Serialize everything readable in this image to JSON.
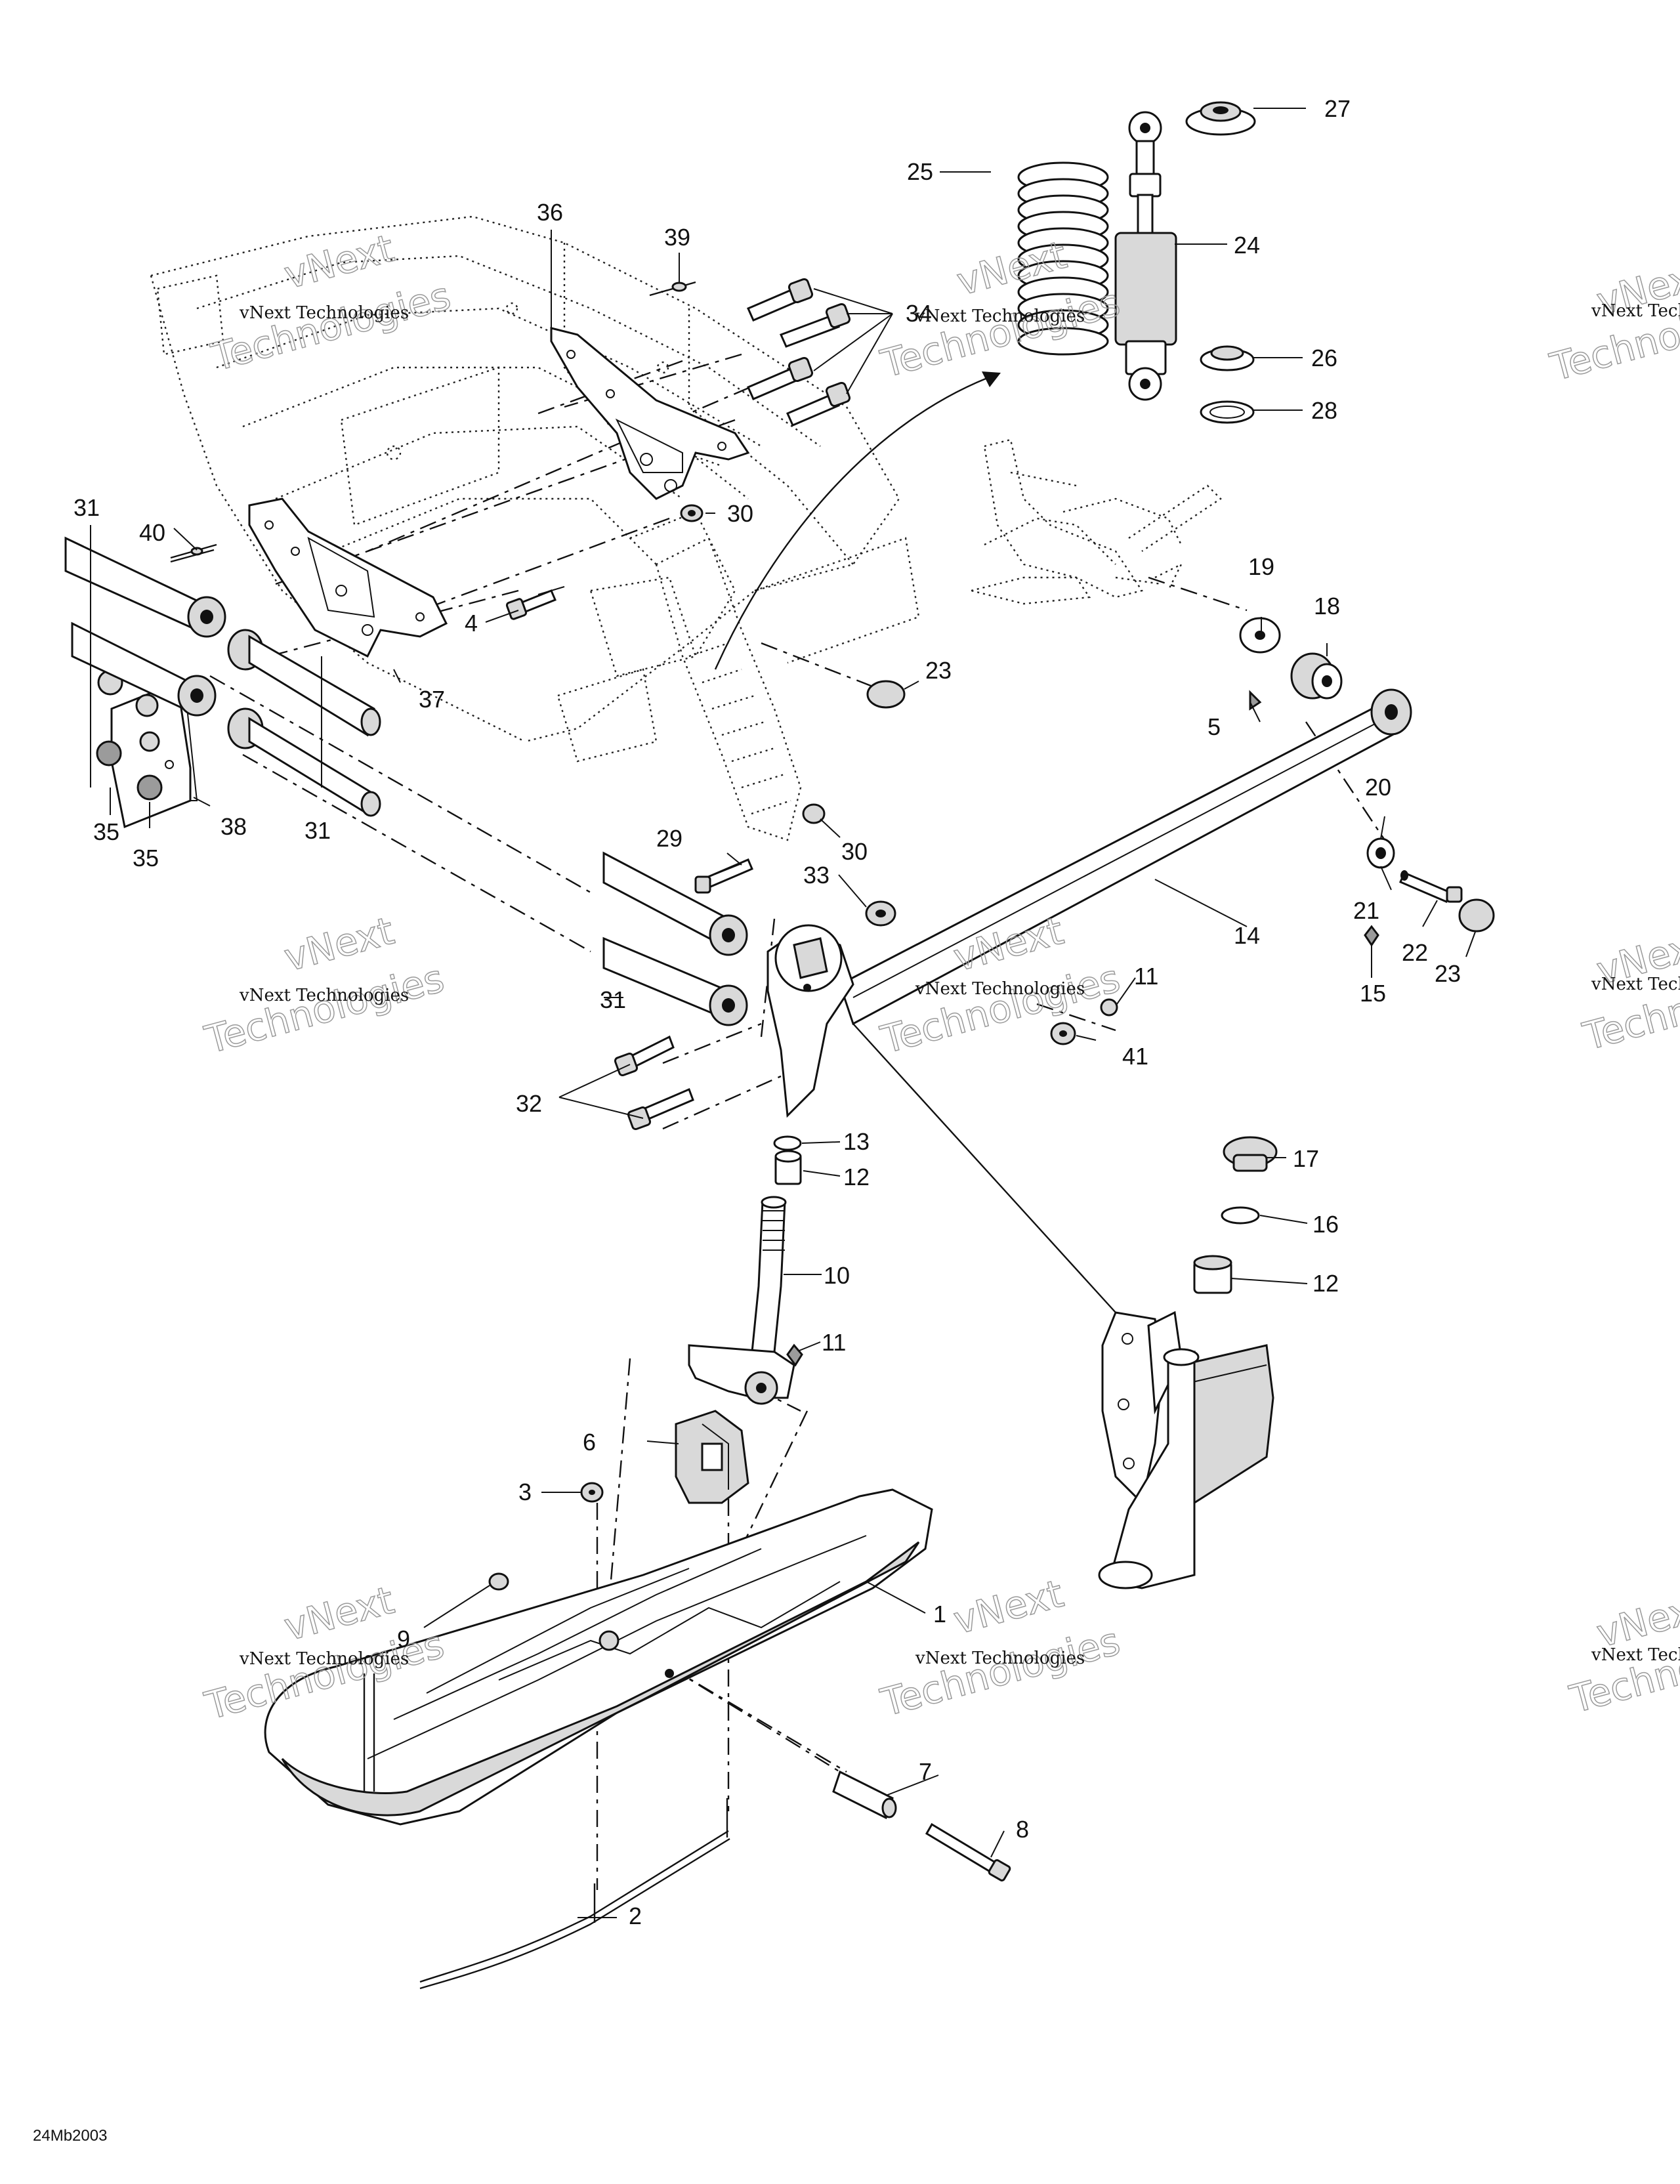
{
  "callouts": [
    {
      "id": "c1",
      "label": "1"
    },
    {
      "id": "c2",
      "label": "2"
    },
    {
      "id": "c3",
      "label": "3"
    },
    {
      "id": "c4",
      "label": "4"
    },
    {
      "id": "c5",
      "label": "5"
    },
    {
      "id": "c6",
      "label": "6"
    },
    {
      "id": "c7",
      "label": "7"
    },
    {
      "id": "c8",
      "label": "8"
    },
    {
      "id": "c9",
      "label": "9"
    },
    {
      "id": "c10",
      "label": "10"
    },
    {
      "id": "c11a",
      "label": "11"
    },
    {
      "id": "c11b",
      "label": "11"
    },
    {
      "id": "c12a",
      "label": "12"
    },
    {
      "id": "c12b",
      "label": "12"
    },
    {
      "id": "c13",
      "label": "13"
    },
    {
      "id": "c14",
      "label": "14"
    },
    {
      "id": "c15",
      "label": "15"
    },
    {
      "id": "c16",
      "label": "16"
    },
    {
      "id": "c17",
      "label": "17"
    },
    {
      "id": "c18",
      "label": "18"
    },
    {
      "id": "c19",
      "label": "19"
    },
    {
      "id": "c20",
      "label": "20"
    },
    {
      "id": "c21",
      "label": "21"
    },
    {
      "id": "c22",
      "label": "22"
    },
    {
      "id": "c23a",
      "label": "23"
    },
    {
      "id": "c23b",
      "label": "23"
    },
    {
      "id": "c24",
      "label": "24"
    },
    {
      "id": "c25",
      "label": "25"
    },
    {
      "id": "c26",
      "label": "26"
    },
    {
      "id": "c27",
      "label": "27"
    },
    {
      "id": "c28",
      "label": "28"
    },
    {
      "id": "c29",
      "label": "29"
    },
    {
      "id": "c30a",
      "label": "30"
    },
    {
      "id": "c30b",
      "label": "30"
    },
    {
      "id": "c31a",
      "label": "31"
    },
    {
      "id": "c31b",
      "label": "31"
    },
    {
      "id": "c31c",
      "label": "31"
    },
    {
      "id": "c32",
      "label": "32"
    },
    {
      "id": "c33",
      "label": "33"
    },
    {
      "id": "c34",
      "label": "34"
    },
    {
      "id": "c35a",
      "label": "35"
    },
    {
      "id": "c35b",
      "label": "35"
    },
    {
      "id": "c36",
      "label": "36"
    },
    {
      "id": "c37",
      "label": "37"
    },
    {
      "id": "c38",
      "label": "38"
    },
    {
      "id": "c39",
      "label": "39"
    },
    {
      "id": "c40",
      "label": "40"
    },
    {
      "id": "c41",
      "label": "41"
    }
  ],
  "watermark": {
    "company": "vNext Technologies",
    "line1": "vNext",
    "line2": "Technologies"
  },
  "diagram_code": "24Mb2003"
}
